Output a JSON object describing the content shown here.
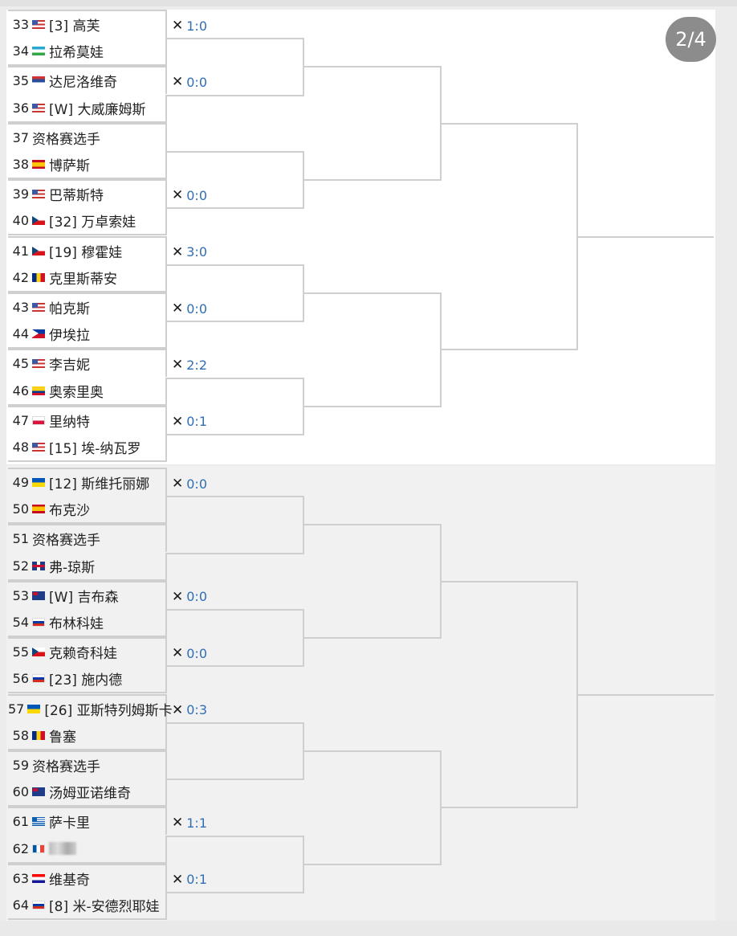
{
  "page_indicator": "2/4",
  "players": [
    {
      "num": "33",
      "flag": "us",
      "name": "[3] 高芙"
    },
    {
      "num": "34",
      "flag": "uz",
      "name": "拉希莫娃"
    },
    {
      "num": "35",
      "flag": "rs",
      "name": "达尼洛维奇"
    },
    {
      "num": "36",
      "flag": "us",
      "name": "[W] 大威廉姆斯"
    },
    {
      "num": "37",
      "flag": "",
      "name": "资格赛选手"
    },
    {
      "num": "38",
      "flag": "es",
      "name": "博萨斯"
    },
    {
      "num": "39",
      "flag": "us",
      "name": "巴蒂斯特"
    },
    {
      "num": "40",
      "flag": "cz",
      "name": "[32] 万卓索娃"
    },
    {
      "num": "41",
      "flag": "cz",
      "name": "[19] 穆霍娃"
    },
    {
      "num": "42",
      "flag": "ro",
      "name": "克里斯蒂安"
    },
    {
      "num": "43",
      "flag": "us",
      "name": "帕克斯"
    },
    {
      "num": "44",
      "flag": "ph",
      "name": "伊埃拉"
    },
    {
      "num": "45",
      "flag": "us",
      "name": "李吉妮"
    },
    {
      "num": "46",
      "flag": "co",
      "name": "奥索里奥"
    },
    {
      "num": "47",
      "flag": "pl",
      "name": "里纳特"
    },
    {
      "num": "48",
      "flag": "us",
      "name": "[15] 埃-纳瓦罗"
    },
    {
      "num": "49",
      "flag": "ua",
      "name": "[12] 斯维托丽娜"
    },
    {
      "num": "50",
      "flag": "es",
      "name": "布克沙"
    },
    {
      "num": "51",
      "flag": "",
      "name": "资格赛选手"
    },
    {
      "num": "52",
      "flag": "gb",
      "name": "弗-琼斯"
    },
    {
      "num": "53",
      "flag": "au",
      "name": "[W] 吉布森"
    },
    {
      "num": "54",
      "flag": "ru",
      "name": "布林科娃"
    },
    {
      "num": "55",
      "flag": "cz",
      "name": "克赖奇科娃"
    },
    {
      "num": "56",
      "flag": "ru",
      "name": "[23] 施内德"
    },
    {
      "num": "57",
      "flag": "ua",
      "name": "[26] 亚斯特列姆斯卡"
    },
    {
      "num": "58",
      "flag": "ro",
      "name": "鲁塞"
    },
    {
      "num": "59",
      "flag": "",
      "name": "资格赛选手"
    },
    {
      "num": "60",
      "flag": "au",
      "name": "汤姆亚诺维奇"
    },
    {
      "num": "61",
      "flag": "gr",
      "name": "萨卡里"
    },
    {
      "num": "62",
      "flag": "fr",
      "name": ""
    },
    {
      "num": "63",
      "flag": "hr",
      "name": "维基奇"
    },
    {
      "num": "64",
      "flag": "ru",
      "name": "[8] 米-安德烈耶娃"
    }
  ],
  "match_scores": [
    {
      "match": "33-34",
      "score": "1:0"
    },
    {
      "match": "35-36",
      "score": "0:0"
    },
    {
      "match": "39-40",
      "score": "0:0"
    },
    {
      "match": "41-42",
      "score": "3:0"
    },
    {
      "match": "43-44",
      "score": "0:0"
    },
    {
      "match": "45-46",
      "score": "2:2"
    },
    {
      "match": "47-48",
      "score": "0:1"
    },
    {
      "match": "49-50",
      "score": "0:0"
    },
    {
      "match": "53-54",
      "score": "0:0"
    },
    {
      "match": "55-56",
      "score": "0:0"
    },
    {
      "match": "57-58",
      "score": "0:3"
    },
    {
      "match": "61-62",
      "score": "1:1"
    },
    {
      "match": "63-64",
      "score": "0:1"
    }
  ],
  "score_icon": "crossed-rackets-icon",
  "colors": {
    "score": "#2e6fb7",
    "bracket_line": "#cfcfcf",
    "badge": "#8c8c8c"
  }
}
